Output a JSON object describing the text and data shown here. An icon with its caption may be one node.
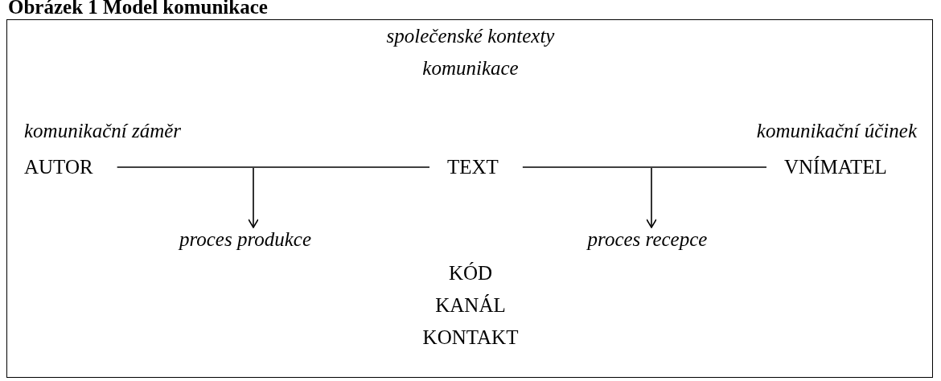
{
  "diagram": {
    "title": "Obrázek 1 Model komunikace",
    "nodes": [
      {
        "text": [
          "společenské kontexty komunikace"
        ]
      },
      {
        "text": [
          "AUTOR"
        ],
        "beside": [
          "komunikační záměr"
        ],
        "in": 0
      },
      {
        "text": [
          "TEXT"
        ],
        "in": 0
      },
      {
        "text": [
          "VNÍMATEL"
        ],
        "beside": [
          "komunikační účinek"
        ],
        "in": 0
      },
      {
        "text": [
          "proces produkce"
        ],
        "in": 0
      },
      {
        "text": [
          "proces recepce"
        ],
        "in": 0
      }
    ],
    "edges": [
      {
        "from": 1,
        "to": 2,
        "arrow": "none"
      },
      {
        "from": 2,
        "to": 3,
        "arrow": "none"
      },
      {
        "from": null,
        "to": 4,
        "arrow": "to"
      },
      {
        "from": null,
        "to": 5,
        "arrow": "to"
      }
    ],
    "labels": [
      "KÓD",
      "KANÁL",
      "KONTAKT"
    ]
  }
}
